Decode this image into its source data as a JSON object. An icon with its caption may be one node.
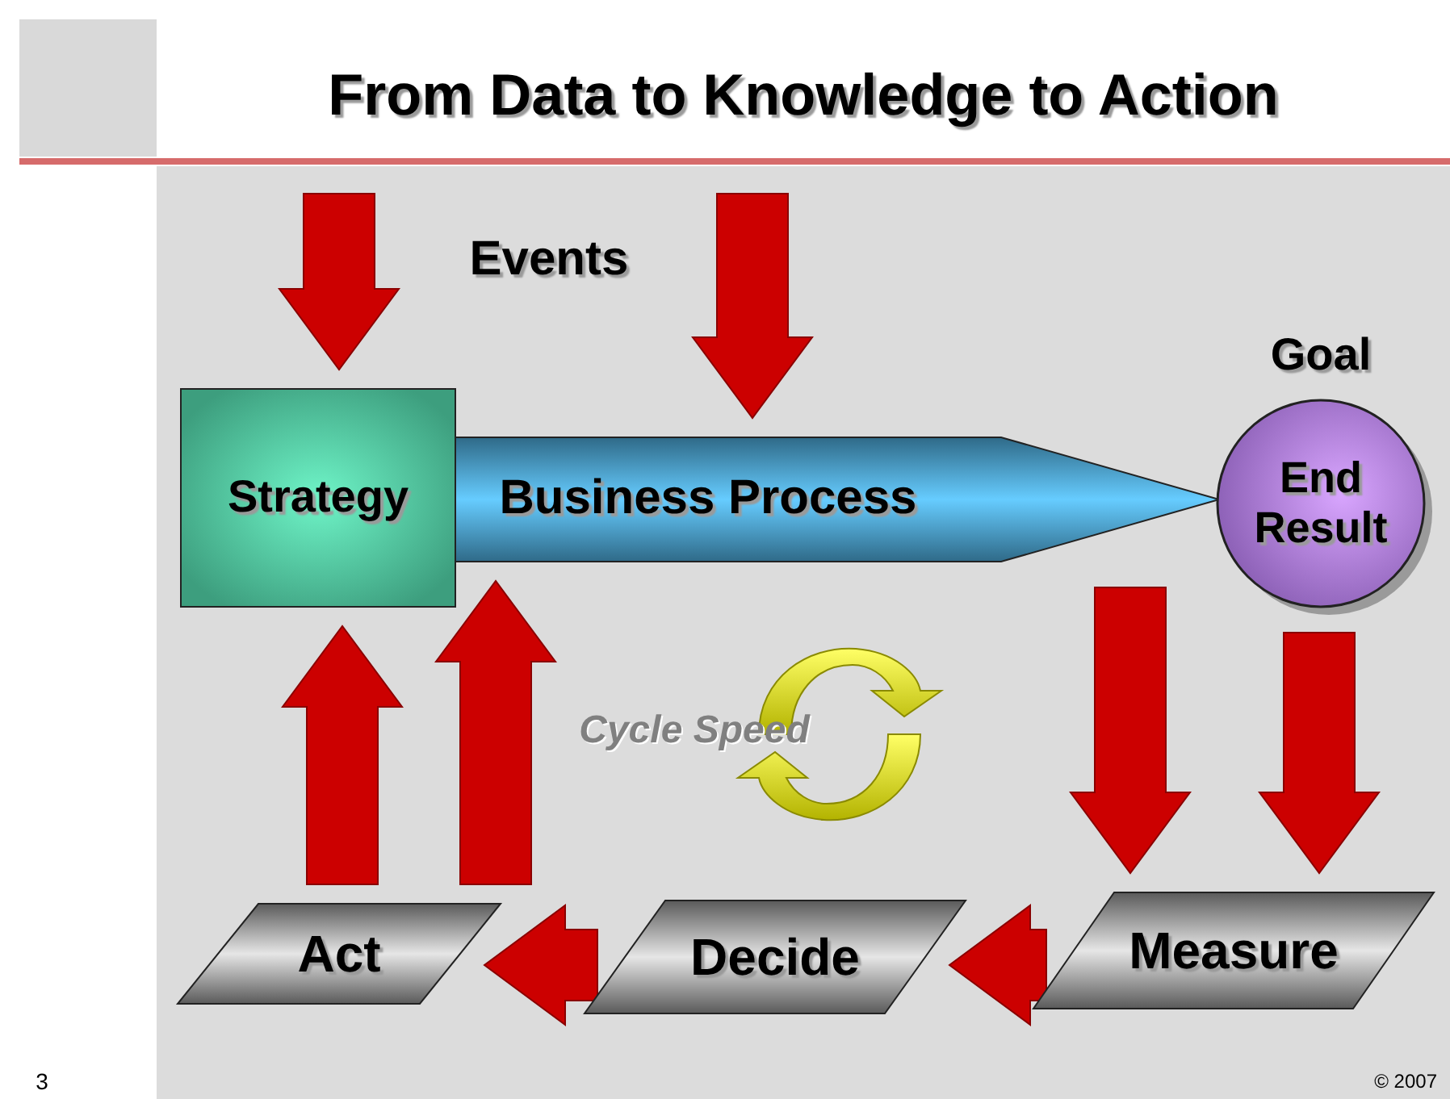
{
  "diagram": {
    "title": "From Data to Knowledge to Action",
    "nodes": [
      {
        "text": [
          "Strategy"
        ]
      },
      {
        "text": [
          "Business Process"
        ]
      },
      {
        "text": [
          "End Result"
        ],
        "beside": [
          "Goal"
        ]
      },
      {
        "text": [
          "Measure"
        ]
      },
      {
        "text": [
          "Decide"
        ]
      },
      {
        "text": [
          "Act"
        ]
      }
    ],
    "edges": [
      {
        "from": null,
        "to": 0,
        "arrow": "to"
      },
      {
        "from": null,
        "to": 1,
        "arrow": "to"
      },
      {
        "from": 1,
        "to": 3,
        "arrow": "to"
      },
      {
        "from": 2,
        "to": 3,
        "arrow": "to"
      },
      {
        "from": 3,
        "to": 4,
        "arrow": "to"
      },
      {
        "from": 4,
        "to": 5,
        "arrow": "to"
      },
      {
        "from": 5,
        "to": 0,
        "arrow": "to"
      },
      {
        "from": 5,
        "to": 1,
        "arrow": "to"
      }
    ],
    "labels": [
      "Events",
      "Cycle Speed",
      "3",
      "© 2007"
    ]
  }
}
